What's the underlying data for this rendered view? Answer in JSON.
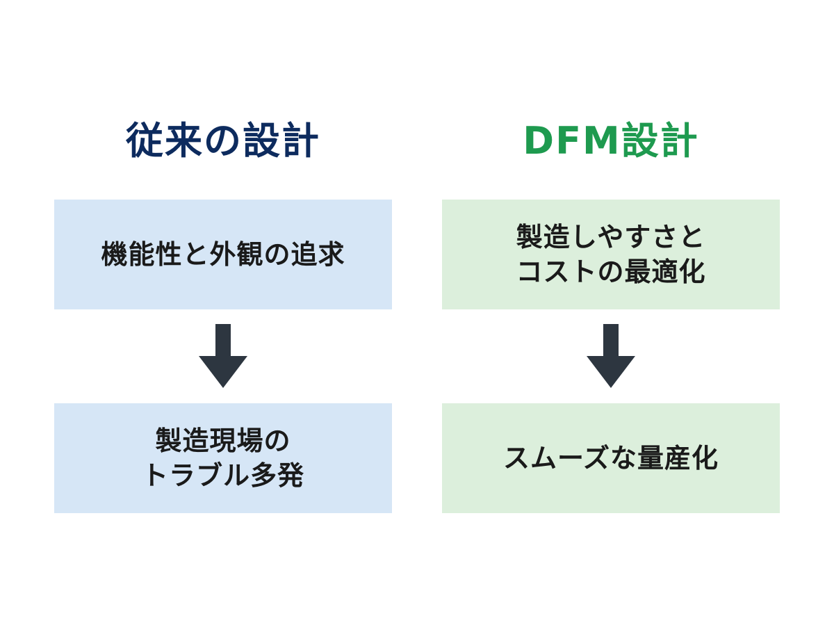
{
  "colors": {
    "left_title": "#0d2b5e",
    "right_title": "#1e9a4f",
    "left_box": "#d6e6f6",
    "right_box": "#dcefdc",
    "arrow": "#2d3640",
    "text": "#1a1a1a"
  },
  "left": {
    "title": "従来の設計",
    "top_box": {
      "lines": [
        "機能性と外観の追求"
      ]
    },
    "bottom_box": {
      "lines": [
        "製造現場の",
        "トラブル多発"
      ]
    }
  },
  "right": {
    "title": "DFM設計",
    "top_box": {
      "lines": [
        "製造しやすさと",
        "コストの最適化"
      ]
    },
    "bottom_box": {
      "lines": [
        "スムーズな量産化"
      ]
    }
  },
  "icons": {
    "left_arrow": "arrow-down-icon",
    "right_arrow": "arrow-down-icon"
  }
}
